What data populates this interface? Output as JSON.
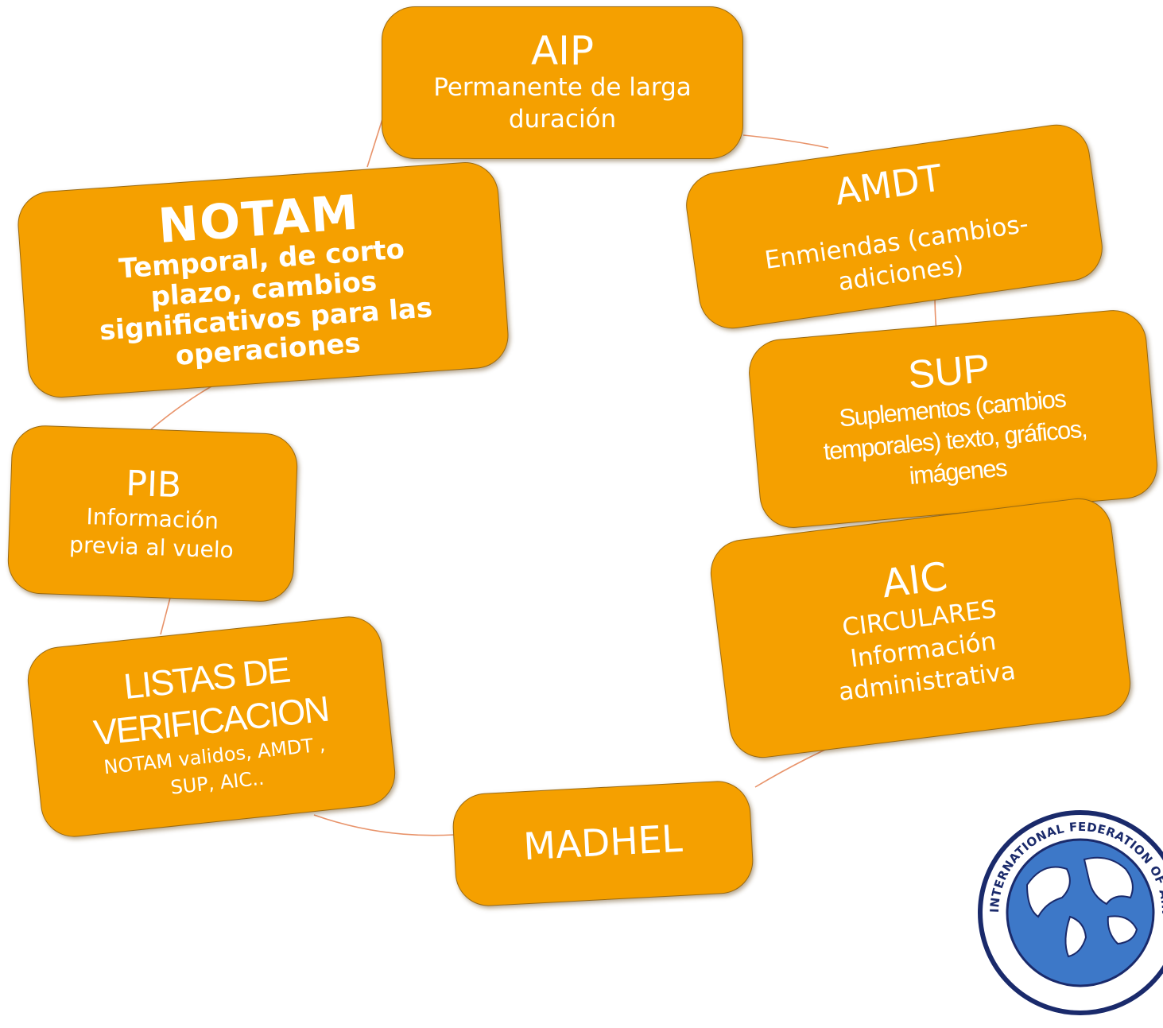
{
  "nodes": {
    "aip": {
      "title": "AIP",
      "text": "Permanente de larga\nduración"
    },
    "amdt": {
      "title": "AMDT",
      "text": "Enmiendas (cambios-\nadiciones)"
    },
    "sup": {
      "title": "SUP",
      "text": "Suplementos (cambios\ntemporales) texto, gráficos,\nimágenes"
    },
    "aic": {
      "title": "AIC",
      "text": "CIRCULARES\nInformación\nadministrativa"
    },
    "madhel": {
      "title": "MADHEL"
    },
    "listas": {
      "title": "LISTAS DE\nVERIFICACION",
      "text": "NOTAM validos, AMDT ,\nSUP, AIC.."
    },
    "pib": {
      "title": "PIB",
      "text": "Información\nprevia al vuelo"
    },
    "notam": {
      "title": "NOTAM",
      "text": "Temporal, de corto\nplazo, cambios\nsignificativos para las\noperaciones"
    }
  },
  "logo": {
    "text": "INTERNATIONAL FEDERATION OF AIRLINE DISPATCHERS"
  },
  "colors": {
    "box_fill": "#f5a000",
    "box_border": "#9a6a12",
    "connector": "#e8936a",
    "text": "#ffffff"
  }
}
